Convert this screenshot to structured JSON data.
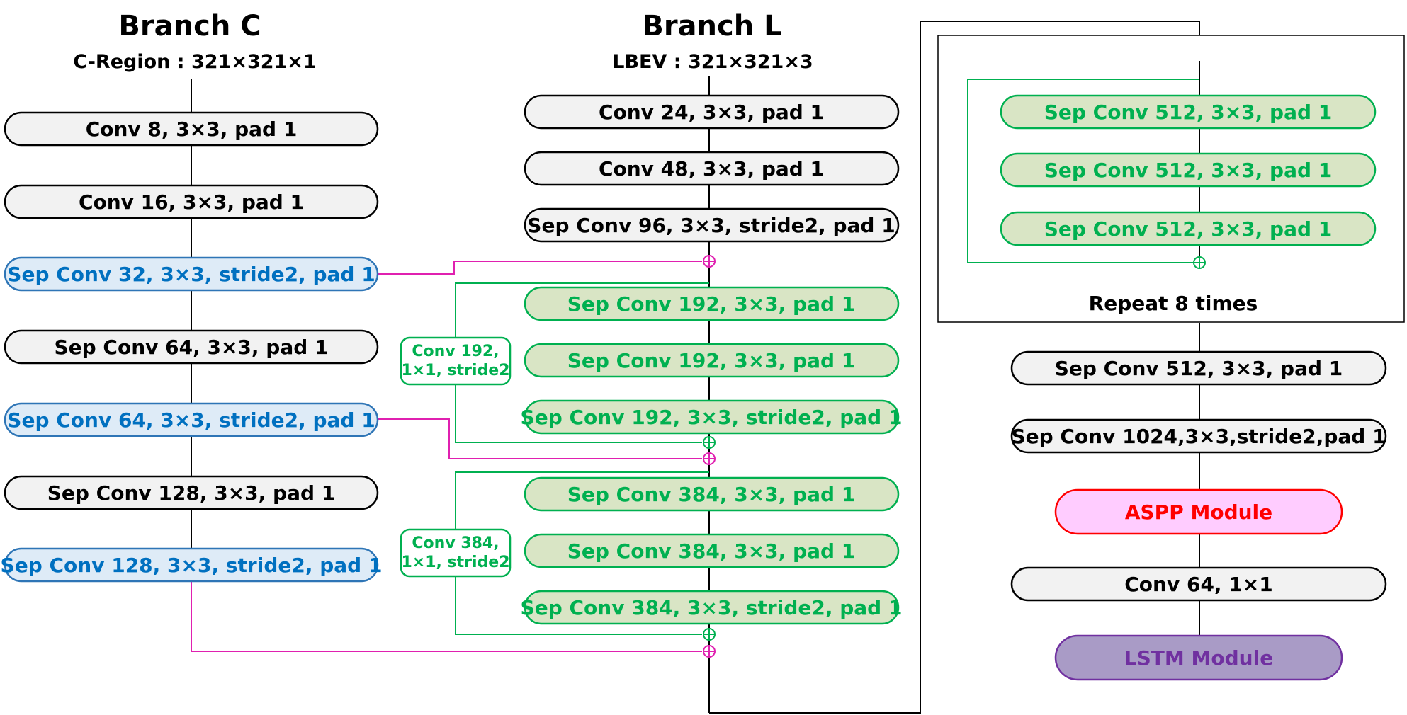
{
  "branch_c": {
    "title": "Branch C",
    "input": "C-Region : 321×321×1",
    "layers": [
      "Conv 8, 3×3, pad 1",
      "Conv 16, 3×3,  pad 1",
      "Sep Conv 32, 3×3, stride2, pad 1",
      "Sep Conv 64, 3×3, pad 1",
      "Sep Conv 64, 3×3, stride2, pad 1",
      "Sep Conv 128, 3×3, pad 1",
      "Sep Conv 128, 3×3, stride2, pad 1"
    ]
  },
  "branch_l": {
    "title": "Branch L",
    "input": "LBEV : 321×321×3",
    "layers": [
      "Conv 24, 3×3, pad 1",
      "Conv 48, 3×3,  pad 1",
      "Sep Conv 96, 3×3, stride2, pad 1",
      "Sep Conv 192, 3×3,  pad 1",
      "Sep Conv 192, 3×3,  pad 1",
      "Sep Conv 192, 3×3, stride2, pad 1",
      "Sep Conv 384, 3×3,  pad 1",
      "Sep Conv 384, 3×3,  pad 1",
      "Sep Conv 384, 3×3, stride2, pad 1"
    ],
    "skip_convs": [
      [
        "Conv 192,",
        "1×1, stride2"
      ],
      [
        "Conv 384,",
        "1×1, stride2"
      ]
    ]
  },
  "middle": {
    "repeat_layers": [
      "Sep Conv 512, 3×3,  pad 1",
      "Sep Conv 512, 3×3,  pad 1",
      "Sep Conv 512, 3×3,  pad 1"
    ],
    "repeat_label": "Repeat 8 times"
  },
  "exit": {
    "layers": [
      "Sep Conv 512, 3×3,  pad 1",
      "Sep Conv 1024,3×3,stride2,pad 1",
      "ASPP Module",
      "Conv 64, 1×1",
      "LSTM Module"
    ]
  },
  "colors": {
    "line": "#000000",
    "gray_fill": "#f2f2f2",
    "blue_fill": "#deebf7",
    "blue_stroke": "#2e75b6",
    "blue_text": "#0070c0",
    "green_fill": "#d9e5c5",
    "green_stroke": "#00b050",
    "green_text": "#00b050",
    "magenta": "#e020b0",
    "aspp_fill": "#ffccff",
    "aspp_stroke": "#ff0000",
    "aspp_text": "#ff0000",
    "lstm_fill": "#a99bc6",
    "lstm_stroke": "#7030a0",
    "lstm_text": "#7030a0"
  }
}
